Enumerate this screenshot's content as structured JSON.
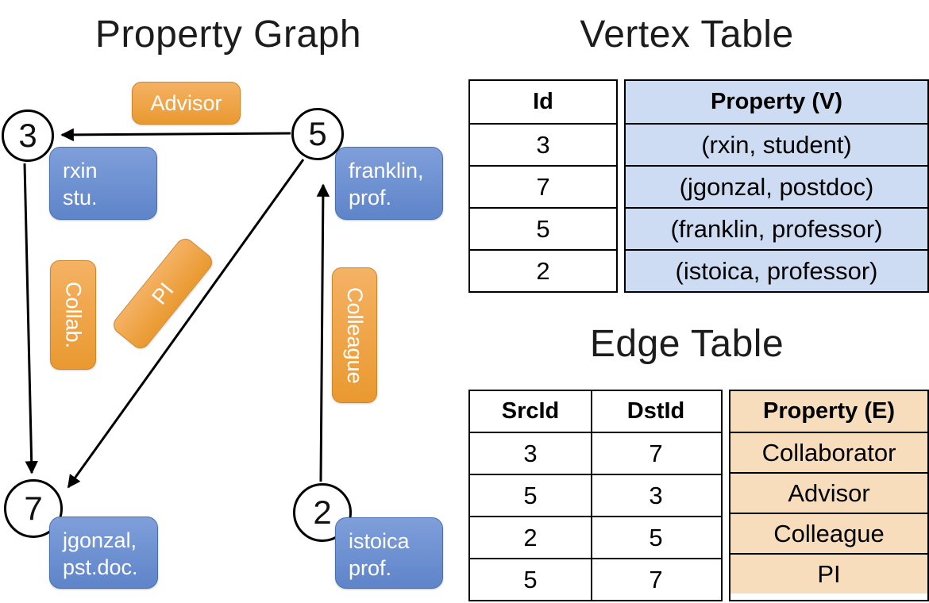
{
  "graph": {
    "title": "Property Graph",
    "nodes": {
      "n3": "3",
      "n5": "5",
      "n7": "7",
      "n2": "2"
    },
    "vertex_boxes": {
      "v3": {
        "l1": "rxin",
        "l2": "stu."
      },
      "v5": {
        "l1": "franklin,",
        "l2": "prof."
      },
      "v7": {
        "l1": "jgonzal,",
        "l2": "pst.doc."
      },
      "v2": {
        "l1": "istoica",
        "l2": "prof."
      }
    },
    "edge_boxes": {
      "advisor": "Advisor",
      "collab": "Collab.",
      "pi": "PI",
      "colleague": "Colleague"
    }
  },
  "vertex_table": {
    "title": "Vertex Table",
    "headers": {
      "id": "Id",
      "property": "Property (V)"
    },
    "rows": [
      {
        "id": "3",
        "property": "(rxin, student)"
      },
      {
        "id": "7",
        "property": "(jgonzal, postdoc)"
      },
      {
        "id": "5",
        "property": "(franklin, professor)"
      },
      {
        "id": "2",
        "property": "(istoica, professor)"
      }
    ]
  },
  "edge_table": {
    "title": "Edge Table",
    "headers": {
      "src": "SrcId",
      "dst": "DstId",
      "property": "Property (E)"
    },
    "rows": [
      {
        "src": "3",
        "dst": "7",
        "property": "Collaborator"
      },
      {
        "src": "5",
        "dst": "3",
        "property": "Advisor"
      },
      {
        "src": "2",
        "dst": "5",
        "property": "Colleague"
      },
      {
        "src": "5",
        "dst": "7",
        "property": "PI"
      }
    ]
  },
  "colors": {
    "vertex_box_blue": "#6b8fd2",
    "edge_box_orange": "#efa145",
    "vertex_table_cell_bg": "#cddcf2",
    "edge_table_cell_bg": "#f8ddbd",
    "line_black": "#000000"
  }
}
